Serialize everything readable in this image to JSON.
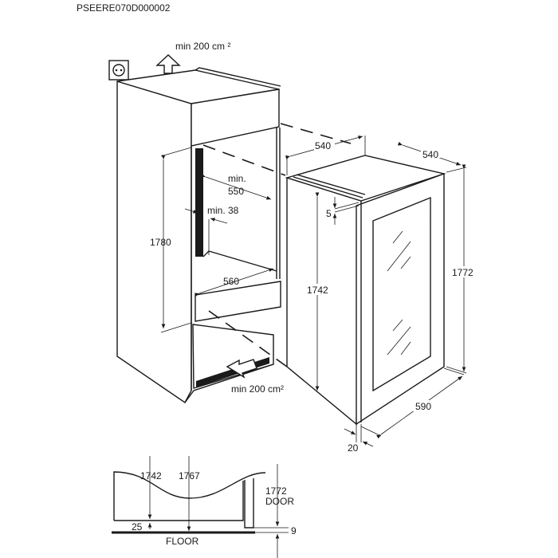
{
  "header": {
    "code": "PSEERE070D000002"
  },
  "cabinet": {
    "vent_top": "min 200 cm ²",
    "vent_bottom": "min 200 cm²",
    "height": "1780",
    "depth_min_label": "min.",
    "depth_min_value": "550",
    "gap_min": "min. 38",
    "width": "560"
  },
  "appliance": {
    "top_depth": "540",
    "top_width": "540",
    "gap_top": "5",
    "body_height": "1742",
    "total_height": "1772",
    "depth_with_door": "590",
    "door_thickness": "20"
  },
  "detail": {
    "h1": "1742",
    "h2": "1767",
    "door_height": "1772",
    "door_label": "DOOR",
    "base_gap": "25",
    "door_gap": "9",
    "floor_label": "FLOOR"
  },
  "colors": {
    "line": "#1a1a1a",
    "background": "#ffffff"
  }
}
